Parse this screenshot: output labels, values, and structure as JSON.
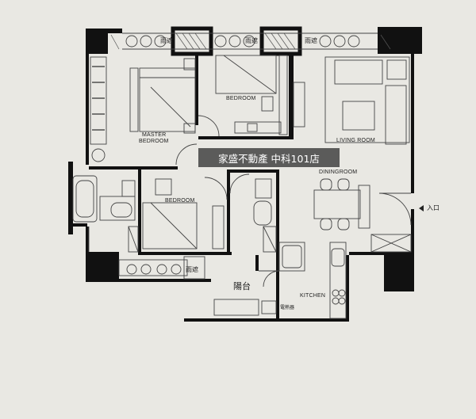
{
  "labels": {
    "master_bedroom_line1": "MASTER",
    "master_bedroom_line2": "BEDROOM",
    "bedroom_top": "BEDROOM",
    "bedroom_bottom": "BEDROOM",
    "living_room": "LIVING ROOM",
    "dining_room": "DININGROOM",
    "kitchen": "KITCHEN",
    "balcony": "陽台",
    "entrance": "入口",
    "rain_shelter": "雨遮",
    "water_heater": "電熱器"
  },
  "watermark": "家盛不動產 中科101店",
  "colors": {
    "paper": "#e9e8e3",
    "wall": "#111111",
    "line": "#444444",
    "watermark_bg": "#3c3c3c"
  }
}
